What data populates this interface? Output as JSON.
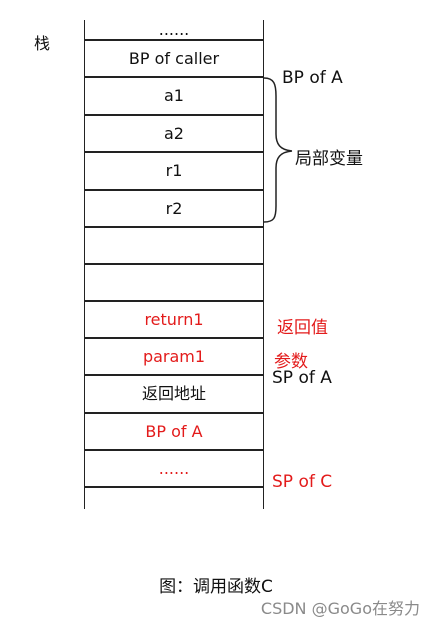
{
  "stack_label": "栈",
  "cells": [
    {
      "text": "......",
      "red": false
    },
    {
      "text": "BP of caller",
      "red": false
    },
    {
      "text": "a1",
      "red": false
    },
    {
      "text": "a2",
      "red": false
    },
    {
      "text": "r1",
      "red": false
    },
    {
      "text": "r2",
      "red": false
    },
    {
      "text": "",
      "red": false
    },
    {
      "text": "",
      "red": false
    },
    {
      "text": "return1",
      "red": true
    },
    {
      "text": "param1",
      "red": true
    },
    {
      "text": "返回地址",
      "red": false
    },
    {
      "text": "BP of A",
      "red": true
    },
    {
      "text": "......",
      "red": true
    },
    {
      "text": "",
      "red": false
    }
  ],
  "side_labels": {
    "bp_of_a": "BP of A",
    "local_vars": "局部变量",
    "return_value": "返回值",
    "params": "参数",
    "sp_of_a": "SP of A",
    "sp_of_c": "SP of C"
  },
  "caption": "图：调用函数C",
  "watermark": "CSDN @GoGo在努力",
  "colors": {
    "accent_red": "#e31b1b",
    "line": "#222222"
  }
}
